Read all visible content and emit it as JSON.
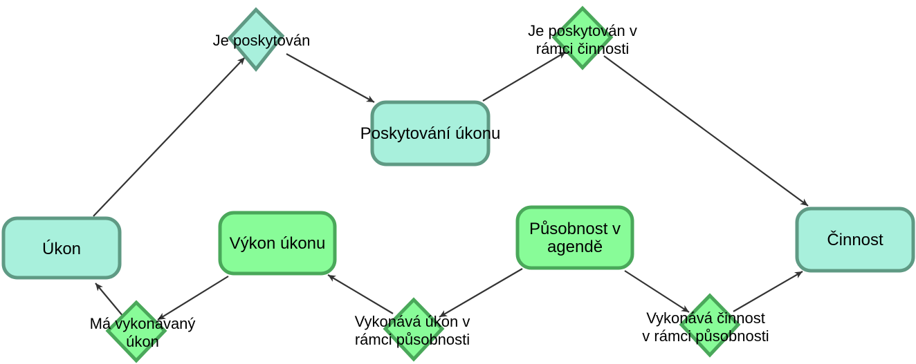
{
  "colors": {
    "class_fill": "#a8f0dc",
    "class_stroke": "#5f9a84",
    "active_fill": "#88fc98",
    "active_stroke": "#4aa85a",
    "edge": "#333333"
  },
  "nodes": {
    "ukon": "Úkon",
    "poskytovani_ukonu": "Poskytování úkonu",
    "cinnost": "Činnost",
    "vykon_ukonu": "Výkon úkonu",
    "pusobnost_line1": "Působnost v",
    "pusobnost_line2": "agendě"
  },
  "relations": {
    "je_poskytovan": "Je poskytován",
    "je_poskytovan_v_ramci_line1": "Je poskytován v",
    "je_poskytovan_v_ramci_line2": "rámci činnosti",
    "ma_vykonavany_line1": "Má vykonávaný",
    "ma_vykonavany_line2": "úkon",
    "vykonava_ukon_line1": "Vykonává úkon v",
    "vykonava_ukon_line2": "rámci působnosti",
    "vykonava_cinnost_line1": "Vykonává činnost",
    "vykonava_cinnost_line2": "v rámci působnosti"
  }
}
